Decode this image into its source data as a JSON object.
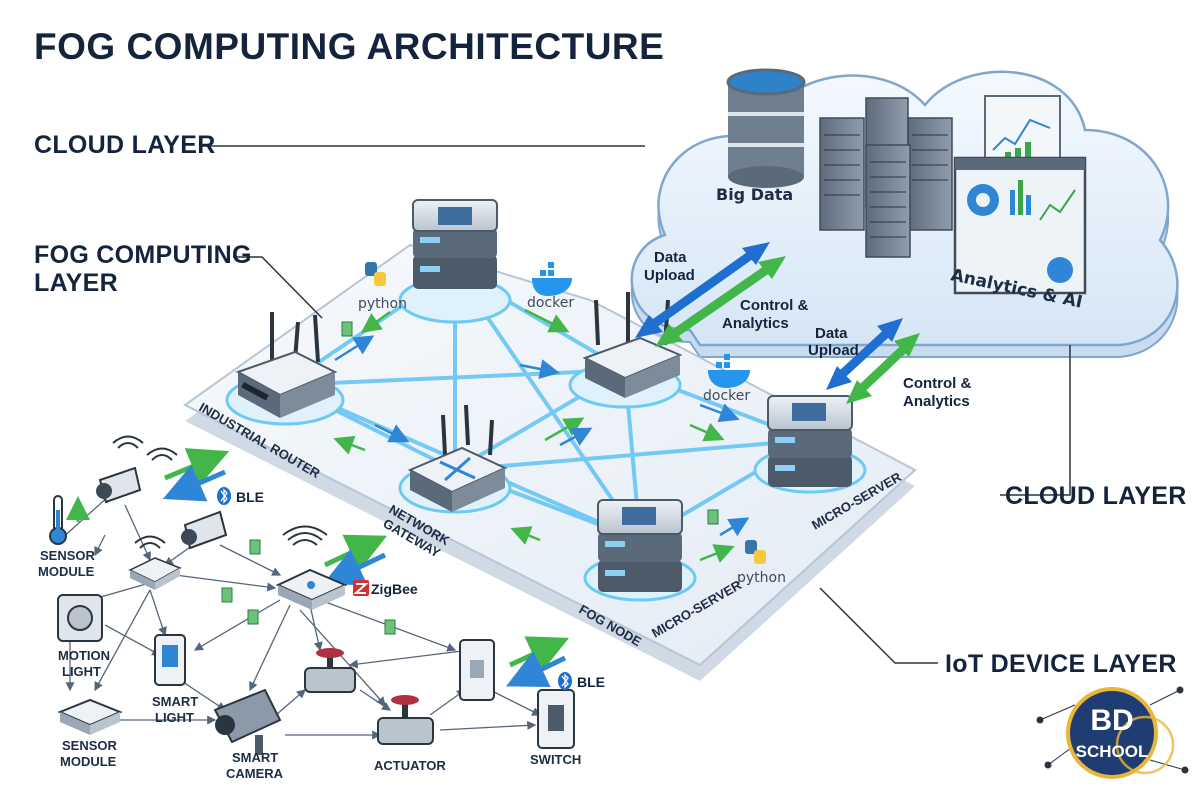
{
  "title": "FOG COMPUTING ARCHITECTURE",
  "layers": {
    "cloud_left": "CLOUD LAYER",
    "fog_line1": "FOG COMPUTING",
    "fog_line2": "LAYER",
    "cloud_right": "CLOUD LAYER",
    "iot": "IoT DEVICE LAYER"
  },
  "cloud": {
    "big_data": "Big Data",
    "analytics": "Analytics & AI"
  },
  "flows": {
    "upload_1_line1": "Data",
    "upload_1_line2": "Upload",
    "control_1_line1": "Control &",
    "control_1_line2": "Analytics",
    "upload_2_line1": "Data",
    "upload_2_line2": "Upload",
    "control_2_line1": "Control &",
    "control_2_line2": "Analytics"
  },
  "fog_nodes": {
    "industrial_router": "INDUSTRIAL ROUTER",
    "network_gateway_line1": "NETWORK",
    "network_gateway_line2": "GATEWAY",
    "fog_node": "FOG NODE",
    "micro_server_1": "MICRO-SERVER",
    "micro_server_2": "MICRO-SERVER"
  },
  "tech_logos": {
    "python_1": "python",
    "docker_1": "docker",
    "docker_2": "docker",
    "python_2": "python"
  },
  "protocols": {
    "ble_1": "BLE",
    "zigbee": "ZigBee",
    "ble_2": "BLE"
  },
  "devices": {
    "sensor_module_1_line1": "SENSOR",
    "sensor_module_1_line2": "MODULE",
    "motion_light_line1": "MOTION",
    "motion_light_line2": "LIGHT",
    "smart_light_line1": "SMART",
    "smart_light_line2": "LIGHT",
    "sensor_module_2_line1": "SENSOR",
    "sensor_module_2_line2": "MODULE",
    "smart_camera_line1": "SMART",
    "smart_camera_line2": "CAMERA",
    "actuator": "ACTUATOR",
    "switch": "SWITCH"
  },
  "logo": {
    "line1": "BD",
    "line2": "SCHOOL"
  },
  "colors": {
    "title": "#14243d",
    "link_glow": "#4fc3f7",
    "upload_arrow": "#1f6fd1",
    "control_arrow": "#43b649",
    "platform": "#eef3f9",
    "cloud_fill": "#e7f1fb"
  }
}
